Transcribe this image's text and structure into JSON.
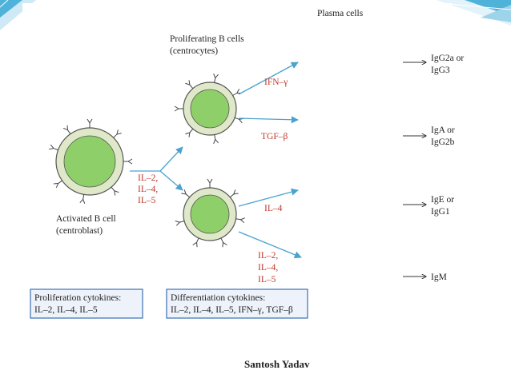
{
  "diagram": {
    "plasma_title": "Plasma cells",
    "proliferating_title": [
      "Proliferating B cells",
      "(centrocytes)"
    ],
    "activated_label": [
      "Activated B cell",
      "(centroblast)"
    ],
    "prolif_cytokines": [
      "IL–2,",
      "IL–4,",
      "IL–5"
    ],
    "diff_cytokines": [
      "IFN–γ",
      "TGF–β",
      "IL–4"
    ],
    "diff_cytokines_multi": [
      "IL–2,",
      "IL–4,",
      "IL–5"
    ],
    "outputs": [
      [
        "IgG2a or",
        "IgG3"
      ],
      [
        "IgA or",
        "IgG2b"
      ],
      [
        "IgE or",
        "IgG1"
      ],
      [
        "IgM"
      ]
    ],
    "box_left": [
      "Proliferation cytokines:",
      "IL–2, IL–4, IL–5"
    ],
    "box_right": [
      "Differentiation cytokines:",
      "IL–2, IL–4, IL–5, IFN–γ, TGF–β"
    ]
  },
  "footer": {
    "author": "Santosh Yadav"
  },
  "colors": {
    "arrow": "#4aa3cf",
    "cytokine": "#c0392b",
    "cell_fill": "#dfe9c9",
    "nucleus": "#8fcf6a",
    "box_border": "#3a6fb0",
    "box_fill": "#eef3fb",
    "corner_accent": "#4fb3d9"
  }
}
